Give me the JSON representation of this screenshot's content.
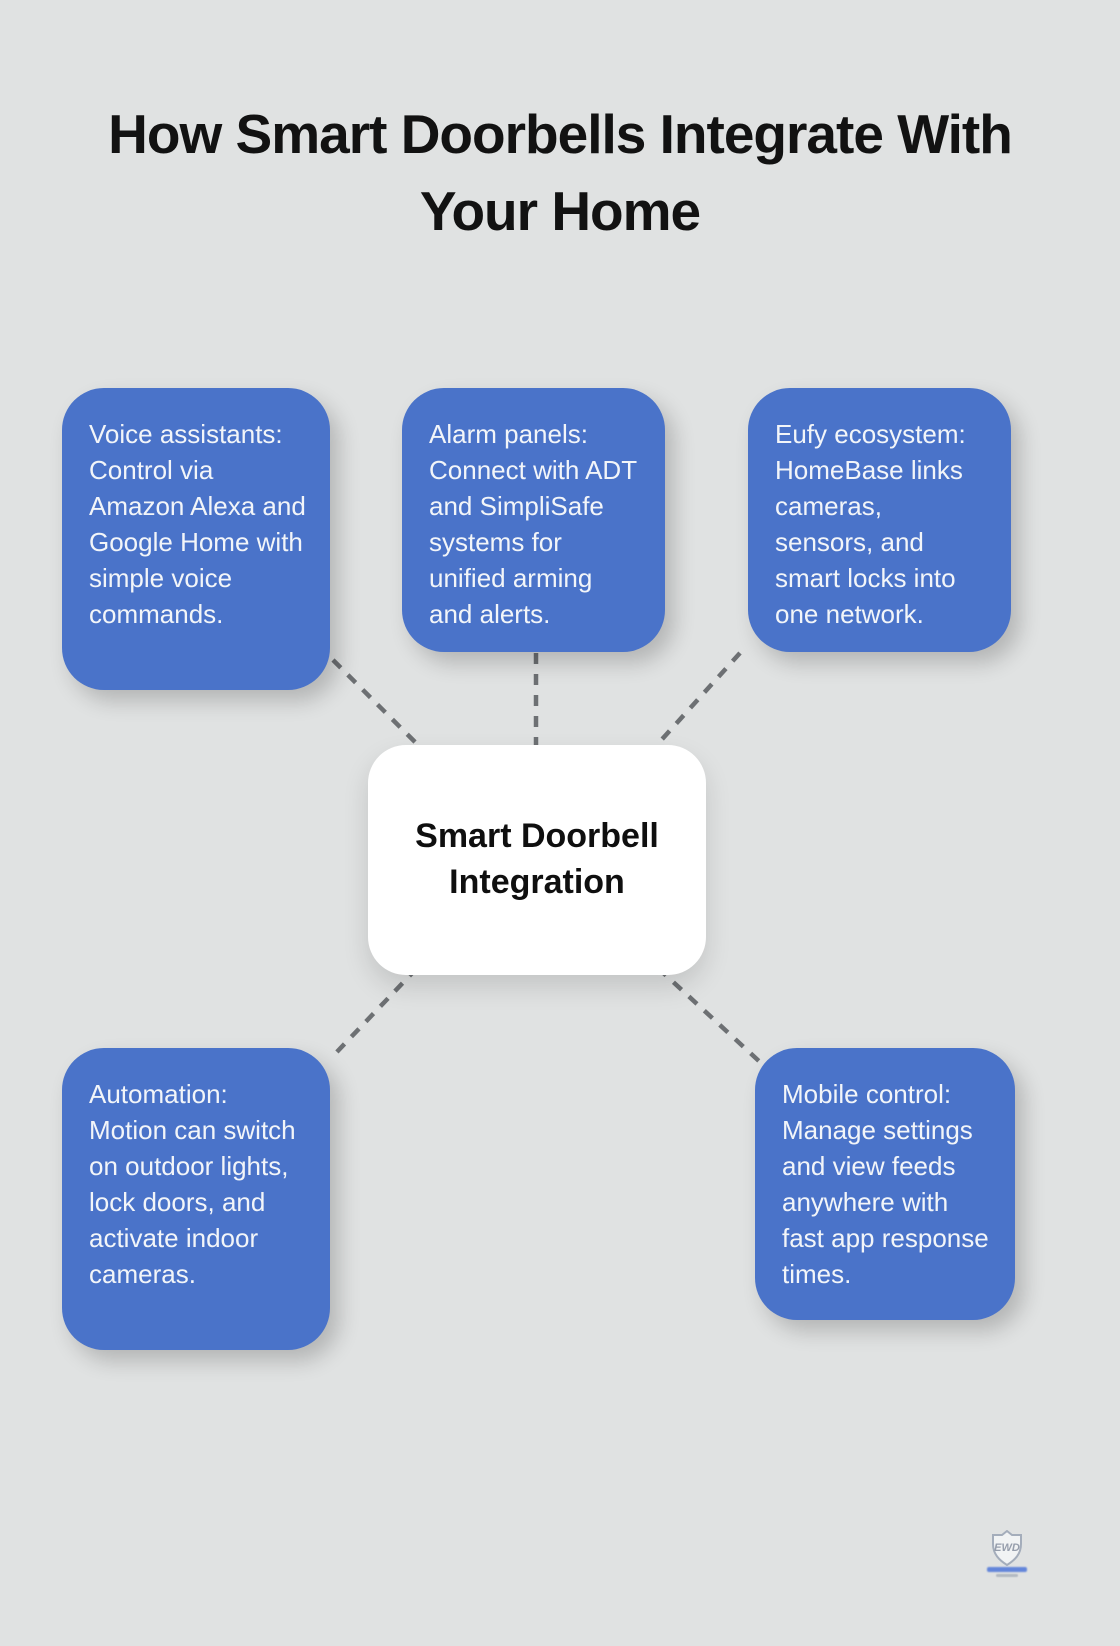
{
  "title": {
    "text": "How Smart Doorbells Integrate With Your Home"
  },
  "center_node": {
    "label": "Smart Doorbell Integration"
  },
  "nodes": [
    {
      "id": "voice-assistants",
      "text": "Voice assistants: Control via Amazon Alexa and Google Home with simple voice commands."
    },
    {
      "id": "alarm-panels",
      "text": "Alarm panels: Connect with ADT and SimpliSafe systems for unified arming and alerts."
    },
    {
      "id": "eufy-ecosystem",
      "text": "Eufy ecosystem: HomeBase links cameras, sensors, and smart locks into one network."
    },
    {
      "id": "automation",
      "text": "Automation: Motion can switch on outdoor lights, lock doors, and activate indoor cameras."
    },
    {
      "id": "mobile-control",
      "text": "Mobile control: Manage settings and view feeds anywhere with fast app response times."
    }
  ],
  "style": {
    "background": "#e0e2e2",
    "node_background": "#4a73c9",
    "node_text_color": "#f2f5f9",
    "connector_color": "#6d7073",
    "center_background": "#ffffff",
    "title_color": "#121212"
  },
  "watermark": {
    "emblem_text": "EWD"
  }
}
